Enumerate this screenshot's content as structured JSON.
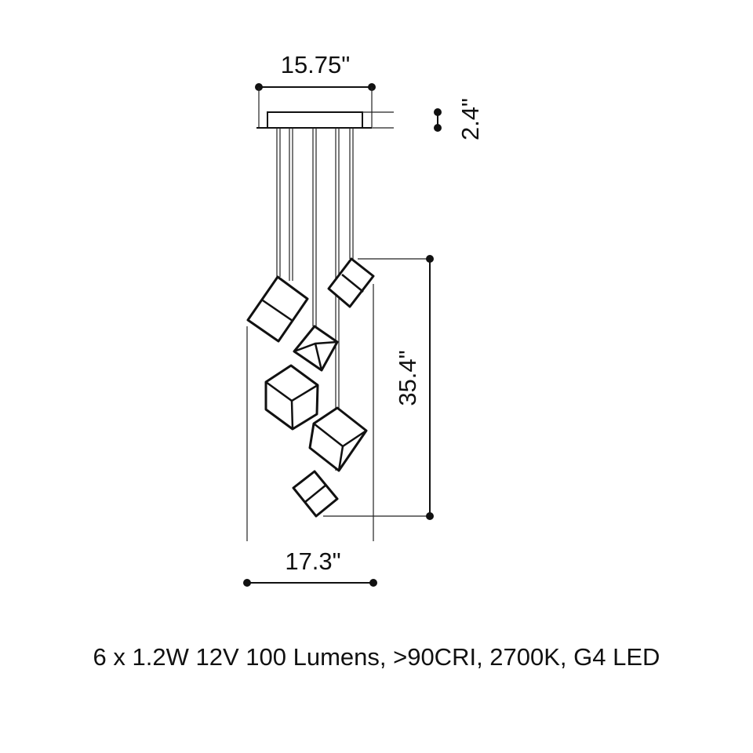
{
  "dimensions": {
    "canopy_width": "15.75\"",
    "canopy_height": "2.4\"",
    "drop_height": "35.4\"",
    "overall_width": "17.3\""
  },
  "specification": "6 x 1.2W 12V 100 Lumens, >90CRI, 2700K, G4 LED",
  "pendant_count": 6
}
